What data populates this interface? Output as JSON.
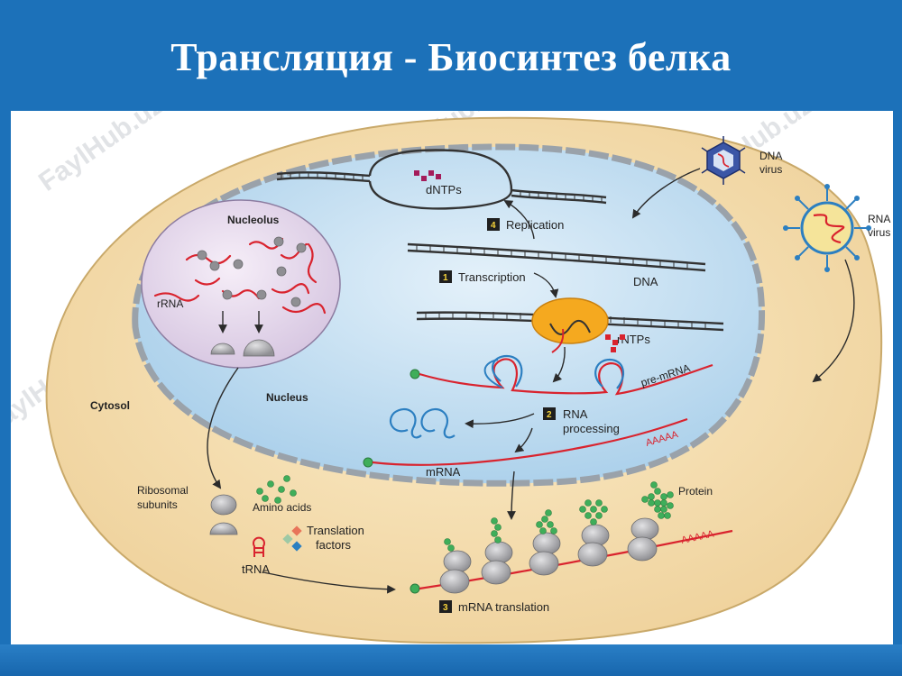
{
  "slide": {
    "title": "Трансляция - Биосинтез белка",
    "watermark": "FaylHub.uz"
  },
  "diagram": {
    "labels": {
      "nucleolus": "Nucleolus",
      "rrna": "rRNA",
      "nucleus": "Nucleus",
      "cytosol": "Cytosol",
      "dntps": "dNTPs",
      "rntps": "rNTPs",
      "dna": "DNA",
      "pre_mrna": "pre-mRNA",
      "mrna": "mRNA",
      "poly_a_1": "AAAAA",
      "poly_a_2": "AAAAA",
      "dna_virus_line1": "DNA",
      "dna_virus_line2": "virus",
      "rna_virus_line1": "RNA",
      "rna_virus_line2": "virus",
      "ribosomal_line1": "Ribosomal",
      "ribosomal_line2": "subunits",
      "amino_acids": "Amino acids",
      "translation_factors_line1": "Translation",
      "translation_factors_line2": "factors",
      "trna": "tRNA",
      "protein": "Protein"
    },
    "steps": [
      {
        "number": "1",
        "label": "Transcription"
      },
      {
        "number": "2",
        "label_line1": "RNA",
        "label_line2": "processing"
      },
      {
        "number": "3",
        "label": "mRNA translation"
      },
      {
        "number": "4",
        "label": "Replication"
      }
    ],
    "colors": {
      "rna": "#d9232e",
      "cytoplasm": "#f4dfb2",
      "nucleus": "#c9e2f3",
      "nucleolus": "#e9dcef",
      "polymerase": "#f5a91f",
      "ribosome": "#a9a9ab",
      "amino_acid": "#3fae5a"
    }
  }
}
